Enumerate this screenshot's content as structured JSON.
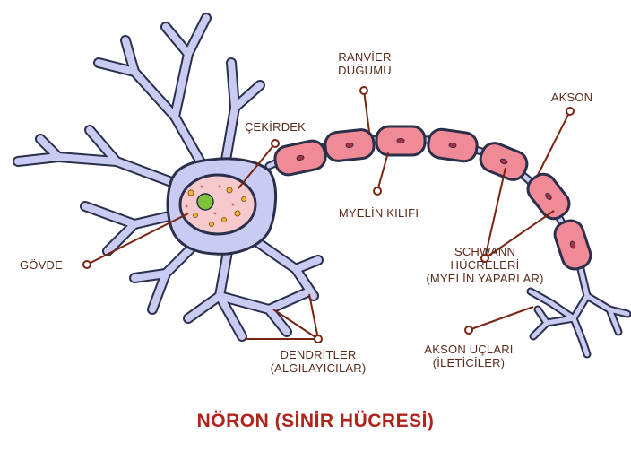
{
  "title": "NÖRON (SİNİR HÜCRESİ)",
  "labels": {
    "ranvier": "RANVİER\nDÜĞÜMÜ",
    "cekirdek": "ÇEKİRDEK",
    "akson": "AKSON",
    "myelin": "MYELİN KILIFI",
    "govde": "GÖVDE",
    "schwann": "SCHWANN\nHÜCRELERİ\n(MYELİN YAPARLAR)",
    "dendritler": "DENDRİTLER\n(ALGILAYICILAR)",
    "akson_uclari": "AKSON UÇLARI\n(İLETİCİLER)"
  },
  "colors": {
    "cell_body": "#c9cbf2",
    "outline": "#2a2f4a",
    "nucleus": "#f6c9cc",
    "nucleolus": "#7ec43a",
    "myelin": "#f08a96",
    "leader": "#7a2412",
    "title": "#b0241c"
  }
}
